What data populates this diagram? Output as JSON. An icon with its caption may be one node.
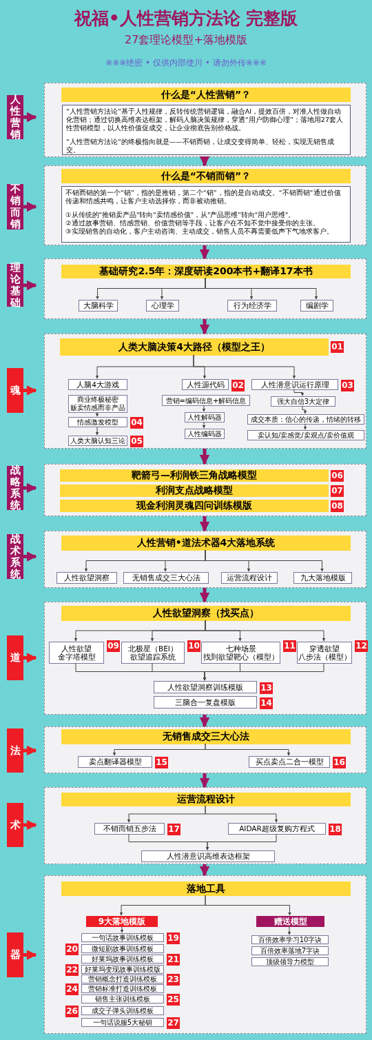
{
  "diagram": {
    "title": "祝福•人性营销方法论 完整版",
    "nodes": [
      {
        "text": [
          "人性营销"
        ]
      },
      {
        "text": [],
        "shape": "box"
      },
      {
        "text": [
          "什么是“人性营销”？"
        ],
        "in": 1
      },
      {
        "text": [
          "“人性营销方法论”基于人性规律，反转传统营销逻辑，融合AI，提效百倍，对准人性做自动化营销；通过切换高维表达框架，解码人脑决策规律，穿透“用户防御心理”；落地用27套人性营销模型，以人性价值促成交，让企业彻底告别价格战。",
          "“人性营销方法论”的终极指向就是——不销而销，让成交变得简单、轻松，实现无销售成交。"
        ],
        "in": 1
      },
      {
        "text": [
          "不销而销"
        ]
      },
      {
        "text": [],
        "shape": "box"
      },
      {
        "text": [
          "什么是“不销而销”？"
        ],
        "in": 5
      },
      {
        "text": [
          "不销而销的第一个“销”，指的是推销，第二个“销”，指的是自动成交。“不销而销”通过价值传递和情感共鸣，让客户主动选择你，而非被动推销。",
          "①从传统的\"推销卖产品\"转向\"卖情感价值\"，从\"产品思维\"转向\"用户思维\"。",
          "②通过故事营销、情感营销、价值营销等手段，让客户在不知不觉中接受你的主张。",
          "③实现销售的自动化，客户主动咨询、主动成交，销售人员不再需要低声下气地求客户。"
        ],
        "in": 5
      },
      {
        "text": [
          "理论基础"
        ]
      },
      {
        "text": [],
        "shape": "box"
      },
      {
        "text": [
          "基础研究2.5年：深度研读200本书+翻译17本书"
        ],
        "in": 9
      },
      {
        "text": [
          "大脑科学"
        ],
        "in": 9
      },
      {
        "text": [
          "心理学"
        ],
        "in": 9
      },
      {
        "text": [
          "行为经济学"
        ],
        "in": 9
      },
      {
        "text": [
          "编剧学"
        ],
        "in": 9
      },
      {
        "text": [
          "魂"
        ]
      },
      {
        "text": [],
        "shape": "box"
      },
      {
        "text": [
          "人类大脑决策4大路径（模型之王）"
        ],
        "beside": [
          "01"
        ],
        "in": 16
      },
      {
        "text": [
          "人脑4大游戏"
        ],
        "in": 16
      },
      {
        "text": [
          "商业终极秘密",
          "贩卖情感而非产品"
        ],
        "in": 16
      },
      {
        "text": [
          "情感激发模型"
        ],
        "beside": [
          "04"
        ],
        "in": 16
      },
      {
        "text": [
          "人类大脑认知三论"
        ],
        "beside": [
          "05"
        ],
        "in": 16
      },
      {
        "text": [
          "人性源代码"
        ],
        "beside": [
          "02"
        ],
        "in": 16
      },
      {
        "text": [
          "营销=编码信息+解码信息"
        ],
        "in": 16
      },
      {
        "text": [
          "人性解码器"
        ],
        "in": 16
      },
      {
        "text": [
          "人性编码器"
        ],
        "in": 16
      },
      {
        "text": [
          "人性潜意识运行原理"
        ],
        "beside": [
          "03"
        ],
        "in": 16
      },
      {
        "text": [
          "强大自信3大定律"
        ],
        "in": 16
      },
      {
        "text": [
          "成交本质：信心的传递，情绪的转移"
        ],
        "in": 16
      },
      {
        "text": [
          "卖认知/卖感觉/卖观点/卖价值观"
        ],
        "in": 16
      },
      {
        "text": [
          "战略系统"
        ]
      },
      {
        "text": [],
        "shape": "box"
      },
      {
        "text": [
          "靶箭弓—利润铁三角战略模型"
        ],
        "beside": [
          "06"
        ],
        "in": 31
      },
      {
        "text": [
          "利润支点战略模型"
        ],
        "beside": [
          "07"
        ],
        "in": 31
      },
      {
        "text": [
          "现金利润灵魂四问训练模版"
        ],
        "beside": [
          "08"
        ],
        "in": 31
      },
      {
        "text": [
          "战术系统"
        ]
      },
      {
        "text": [],
        "shape": "box"
      },
      {
        "text": [
          "人性营销•道法术器4大落地系统"
        ],
        "in": 36
      },
      {
        "text": [
          "人性欲望洞察"
        ],
        "in": 36
      },
      {
        "text": [
          "无销售成交三大心法"
        ],
        "in": 36
      },
      {
        "text": [
          "运营流程设计"
        ],
        "in": 36
      },
      {
        "text": [
          "九大落地模版"
        ],
        "in": 36
      },
      {
        "text": [
          "道"
        ]
      },
      {
        "text": [],
        "shape": "box"
      },
      {
        "text": [
          "人性欲望洞察（找买点）"
        ],
        "in": 43
      },
      {
        "text": [
          "人性欲望",
          "金字塔模型"
        ],
        "beside": [
          "09"
        ],
        "in": 43
      },
      {
        "text": [
          "北极星（BEI）",
          "欲望追踪系统"
        ],
        "beside": [
          "10"
        ],
        "in": 43
      },
      {
        "text": [
          "七种场景",
          "找到欲望靶心（模型）"
        ],
        "beside": [
          "11"
        ],
        "in": 43
      },
      {
        "text": [
          "穿透欲望",
          "八步法（模型）"
        ],
        "beside": [
          "12"
        ],
        "in": 43
      },
      {
        "text": [
          "人性欲望洞察训练模版"
        ],
        "beside": [
          "13"
        ],
        "in": 43
      },
      {
        "text": [
          "三脑合一复盘模版"
        ],
        "beside": [
          "14"
        ],
        "in": 43
      },
      {
        "text": [
          "法"
        ]
      },
      {
        "text": [],
        "shape": "box"
      },
      {
        "text": [
          "无销售成交三大心法"
        ],
        "in": 52
      },
      {
        "text": [
          "卖点翻译器模型"
        ],
        "beside": [
          "15"
        ],
        "in": 52
      },
      {
        "text": [
          "买点卖点二合一模型"
        ],
        "beside": [
          "16"
        ],
        "in": 52
      },
      {
        "text": [
          "术"
        ]
      },
      {
        "text": [],
        "shape": "box"
      },
      {
        "text": [
          "运营流程设计"
        ],
        "in": 57
      },
      {
        "text": [
          "不销而销五步法"
        ],
        "beside": [
          "17"
        ],
        "in": 57
      },
      {
        "text": [
          "AIDAR超级复购方程式"
        ],
        "beside": [
          "18"
        ],
        "in": 57
      },
      {
        "text": [
          "人性潜意识高维表达框架"
        ],
        "in": 57
      },
      {
        "text": [
          "器"
        ]
      },
      {
        "text": [],
        "shape": "box"
      },
      {
        "text": [
          "落地工具"
        ],
        "in": 63
      },
      {
        "text": [
          "9大落地模版"
        ],
        "in": 63
      },
      {
        "text": [
          "一句话故事训练模板"
        ],
        "beside": [
          "19"
        ],
        "in": 63
      },
      {
        "text": [
          "微短剧故事训练模板"
        ],
        "beside": [
          "20"
        ],
        "in": 63
      },
      {
        "text": [
          "好莱坞故事训练模板"
        ],
        "beside": [
          "21"
        ],
        "in": 63
      },
      {
        "text": [
          "好莱坞变现故事训练模版"
        ],
        "beside": [
          "22"
        ],
        "in": 63
      },
      {
        "text": [
          "营销概念打造训练模板"
        ],
        "beside": [
          "23"
        ],
        "in": 63
      },
      {
        "text": [
          "营销标准打造训练模板"
        ],
        "beside": [
          "24"
        ],
        "in": 63
      },
      {
        "text": [
          "销售主张训练模板"
        ],
        "beside": [
          "25"
        ],
        "in": 63
      },
      {
        "text": [
          "成交子弹头训练模板"
        ],
        "beside": [
          "26"
        ],
        "in": 63
      },
      {
        "text": [
          "一句话说服5大秘钥"
        ],
        "beside": [
          "27"
        ],
        "in": 63
      },
      {
        "text": [
          "赠送模型"
        ],
        "in": 63
      },
      {
        "text": [
          "百倍效率学习10字诀"
        ],
        "in": 63
      },
      {
        "text": [
          "百倍效率落地7字诀"
        ],
        "in": 63
      },
      {
        "text": [
          "顶级领导力模型"
        ],
        "in": 63
      }
    ],
    "edges": [
      {
        "from": 0,
        "to": 1,
        "arrow": "to",
        "style": "thick",
        "color": "#a0155f"
      },
      {
        "from": 1,
        "to": 5,
        "arrow": "to",
        "style": "thick",
        "color": "#a0155f"
      },
      {
        "from": 4,
        "to": 5,
        "arrow": "to",
        "style": "thick",
        "color": "#a0155f"
      },
      {
        "from": 5,
        "to": 9,
        "arrow": "to",
        "style": "thick",
        "color": "#a0155f"
      },
      {
        "from": 8,
        "to": 9,
        "arrow": "to",
        "style": "thick",
        "color": "#a0155f"
      },
      {
        "from": 10,
        "to": 11,
        "arrow": "to"
      },
      {
        "from": 10,
        "to": 12,
        "arrow": "to"
      },
      {
        "from": 10,
        "to": 13,
        "arrow": "to"
      },
      {
        "from": 10,
        "to": 14,
        "arrow": "to"
      },
      {
        "from": 9,
        "to": 16,
        "arrow": "to",
        "style": "thick",
        "color": "#a0155f"
      },
      {
        "from": 15,
        "to": 16,
        "arrow": "to",
        "style": "thick",
        "color": "#ee1c25"
      },
      {
        "from": 17,
        "to": 18,
        "arrow": "to"
      },
      {
        "from": 17,
        "to": 22,
        "arrow": "to"
      },
      {
        "from": 17,
        "to": 26,
        "arrow": "to"
      },
      {
        "from": 19,
        "to": 20,
        "arrow": "to"
      },
      {
        "from": 20,
        "to": 21,
        "arrow": "to"
      },
      {
        "from": 23,
        "to": 24,
        "arrow": "to"
      },
      {
        "from": 24,
        "to": 25,
        "arrow": "to"
      },
      {
        "from": 26,
        "to": 27,
        "arrow": "to"
      },
      {
        "from": 27,
        "to": 28,
        "arrow": "to"
      },
      {
        "from": 28,
        "to": 29,
        "arrow": "to"
      },
      {
        "from": 16,
        "to": 31,
        "arrow": "to",
        "style": "thick",
        "color": "#a0155f"
      },
      {
        "from": 30,
        "to": 31,
        "arrow": "to",
        "style": "thick",
        "color": "#a0155f"
      },
      {
        "from": 31,
        "to": 36,
        "arrow": "to",
        "style": "thick",
        "color": "#a0155f"
      },
      {
        "from": 35,
        "to": 36,
        "arrow": "to",
        "style": "thick",
        "color": "#a0155f"
      },
      {
        "from": 37,
        "to": 38,
        "arrow": "to"
      },
      {
        "from": 37,
        "to": 39,
        "arrow": "to"
      },
      {
        "from": 37,
        "to": 40,
        "arrow": "to"
      },
      {
        "from": 37,
        "to": 41,
        "arrow": "to"
      },
      {
        "from": 36,
        "to": 43,
        "arrow": "to",
        "style": "thick",
        "color": "#a0155f"
      },
      {
        "from": 42,
        "to": 43,
        "arrow": "to",
        "style": "thick",
        "color": "#ee1c25"
      },
      {
        "from": 44,
        "to": 45,
        "arrow": "to"
      },
      {
        "from": 44,
        "to": 46,
        "arrow": "to"
      },
      {
        "from": 44,
        "to": 47,
        "arrow": "to"
      },
      {
        "from": 44,
        "to": 48,
        "arrow": "to"
      },
      {
        "from": 45,
        "to": 49,
        "arrow": "to"
      },
      {
        "from": 46,
        "to": 49,
        "arrow": "to"
      },
      {
        "from": 47,
        "to": 49,
        "arrow": "to"
      },
      {
        "from": 48,
        "to": 49,
        "arrow": "to"
      },
      {
        "from": 43,
        "to": 52,
        "arrow": "to",
        "style": "thick",
        "color": "#a0155f"
      },
      {
        "from": 51,
        "to": 52,
        "arrow": "to",
        "style": "thick",
        "color": "#ee1c25"
      },
      {
        "from": 53,
        "to": 54,
        "arrow": "to"
      },
      {
        "from": 53,
        "to": 55,
        "arrow": "to"
      },
      {
        "from": 52,
        "to": 57,
        "arrow": "to",
        "style": "thick",
        "color": "#a0155f"
      },
      {
        "from": 56,
        "to": 57,
        "arrow": "to",
        "style": "thick",
        "color": "#ee1c25"
      },
      {
        "from": 58,
        "to": 59,
        "arrow": "to"
      },
      {
        "from": 58,
        "to": 60,
        "arrow": "to"
      },
      {
        "from": 59,
        "to": 61,
        "arrow": "to"
      },
      {
        "from": 60,
        "to": 61,
        "arrow": "to"
      },
      {
        "from": 57,
        "to": 63,
        "arrow": "to",
        "style": "thick",
        "color": "#a0155f"
      },
      {
        "from": 62,
        "to": 63,
        "arrow": "to",
        "style": "thick",
        "color": "#ee1c25"
      },
      {
        "from": 64,
        "to": 65,
        "arrow": "to"
      },
      {
        "from": 64,
        "to": 75,
        "arrow": "to"
      },
      {
        "from": 65,
        "to": 66,
        "arrow": "to"
      },
      {
        "from": 75,
        "to": 76,
        "arrow": "to"
      }
    ],
    "labels": [
      "27套理论模型+落地模版",
      "※※※绝密 • 仅供内部使川 • 请勿外传※※※"
    ]
  }
}
